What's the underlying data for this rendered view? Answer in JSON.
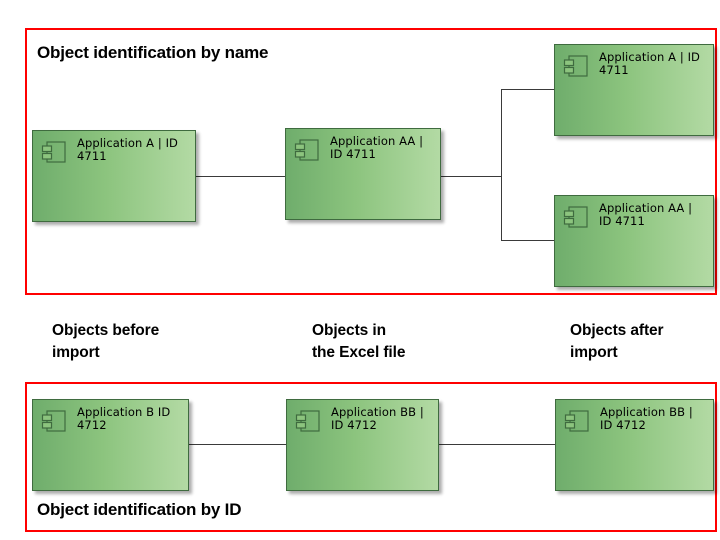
{
  "diagram": {
    "title_top": "Object identification by name",
    "title_bottom": "Object identification by ID",
    "accent_color": "#ff0000",
    "box_fill_dark": "#6fad6c",
    "box_fill_light": "#b3daa4",
    "box_border_color": "#3f6b3f",
    "connector_color": "#3a3a3a"
  },
  "columns": [
    {
      "line1": "Objects before",
      "line2": "import"
    },
    {
      "line1": "Objects in",
      "line2": "the Excel file"
    },
    {
      "line1": "Objects after",
      "line2": "import"
    }
  ],
  "top_section": {
    "title": "Object identification by name",
    "boxes": [
      {
        "id": "top-before",
        "icon": "uml-component-icon",
        "line1": "Application A | ID",
        "line2": "4711"
      },
      {
        "id": "top-excel",
        "icon": "uml-component-icon",
        "line1": "Application AA |",
        "line2": "ID 4711"
      },
      {
        "id": "top-after-upper",
        "icon": "uml-component-icon",
        "line1": "Application A | ID",
        "line2": "4711"
      },
      {
        "id": "top-after-lower",
        "icon": "uml-component-icon",
        "line1": "Application AA |",
        "line2": "ID 4711"
      }
    ]
  },
  "bottom_section": {
    "title": "Object identification by ID",
    "boxes": [
      {
        "id": "bottom-before",
        "icon": "uml-component-icon",
        "line1": "Application B  ID",
        "line2": "4712"
      },
      {
        "id": "bottom-excel",
        "icon": "uml-component-icon",
        "line1": "Application BB |",
        "line2": "ID 4712"
      },
      {
        "id": "bottom-after",
        "icon": "uml-component-icon",
        "line1": "Application BB |",
        "line2": "ID 4712"
      }
    ]
  }
}
